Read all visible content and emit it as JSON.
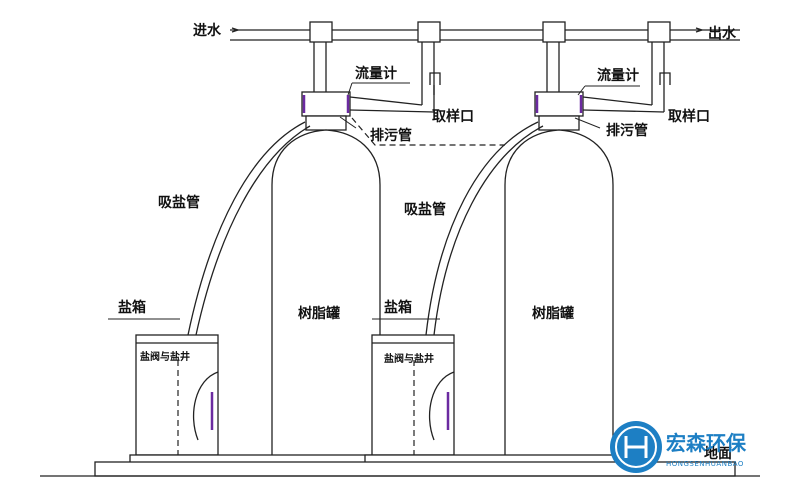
{
  "labels": {
    "inlet": "进水",
    "outlet": "出水",
    "flow_meter": "流量计",
    "sampling_port": "取样口",
    "drain_pipe": "排污管",
    "brine_suction": "吸盐管",
    "brine_tank": "盐箱",
    "brine_valve_well": "盐阀与盐井",
    "resin_tank": "树脂罐",
    "ground": "地面"
  },
  "logo": {
    "name": "宏森环保",
    "subtitle": "HONGSENHUANBAO",
    "color": "#1d7fc4",
    "icon": "leaf-h-logo-icon"
  }
}
